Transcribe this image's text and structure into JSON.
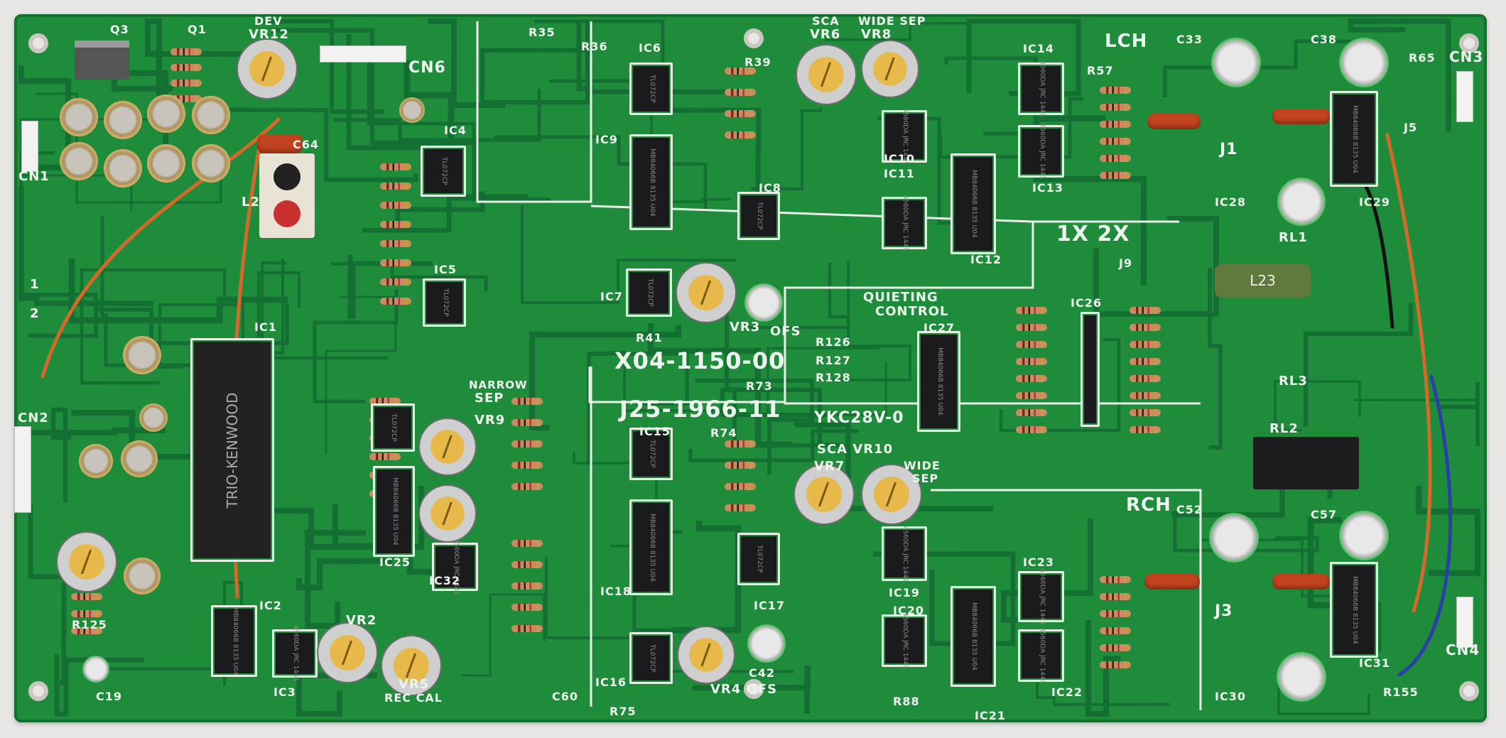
{
  "labels": [
    "X04-1150-00",
    "J25-1966-11",
    "YKC28V-0",
    "QUIETING",
    "CONTROL",
    "LCH",
    "RCH",
    "CN6",
    "CN1",
    "CN2",
    "CN3",
    "CN4",
    "DEV",
    "VR12",
    "SCA",
    "VR6",
    "WIDE SEP",
    "VR8",
    "NARROW",
    "SEP",
    "VR9",
    "SCA VR10",
    "VR7",
    "WIDE",
    "SEP",
    "OFS",
    "VR3",
    "REC CAL",
    "VR5",
    "VR2",
    "VR4 OFS",
    "RL1",
    "RL2",
    "RL3",
    "J1",
    "J3",
    "J5",
    "J9",
    "L2",
    "IC1",
    "IC2",
    "IC3",
    "IC4",
    "IC5",
    "IC6",
    "IC7",
    "IC8",
    "IC9",
    "IC10",
    "IC11",
    "IC12",
    "IC13",
    "IC14",
    "IC15",
    "IC16",
    "IC17",
    "IC18",
    "IC19",
    "IC20",
    "IC21",
    "IC22",
    "IC23",
    "IC25",
    "IC26",
    "IC27",
    "IC28",
    "IC29",
    "IC30",
    "IC31",
    "IC32",
    "Q1",
    "Q3",
    "C33",
    "C38",
    "C52",
    "C57",
    "C42",
    "C19",
    "C60",
    "C64",
    "R35",
    "R36",
    "R39",
    "R57",
    "R65",
    "R155",
    "R88",
    "R75",
    "R125",
    "R41",
    "R126",
    "R127",
    "R128",
    "R73",
    "R74",
    "1",
    "2",
    "1X 2X"
  ],
  "markings": {
    "kenwood": "TRIO-KENWOOD",
    "jrc": "4560DA JRC 1441",
    "mb": "MB84066B 8135 U04",
    "tl": "TL072CP",
    "relay": "L23"
  },
  "colors": {
    "board": "#1f8c3c",
    "trace": "#137032",
    "silkscreen": "#eef5ee"
  }
}
